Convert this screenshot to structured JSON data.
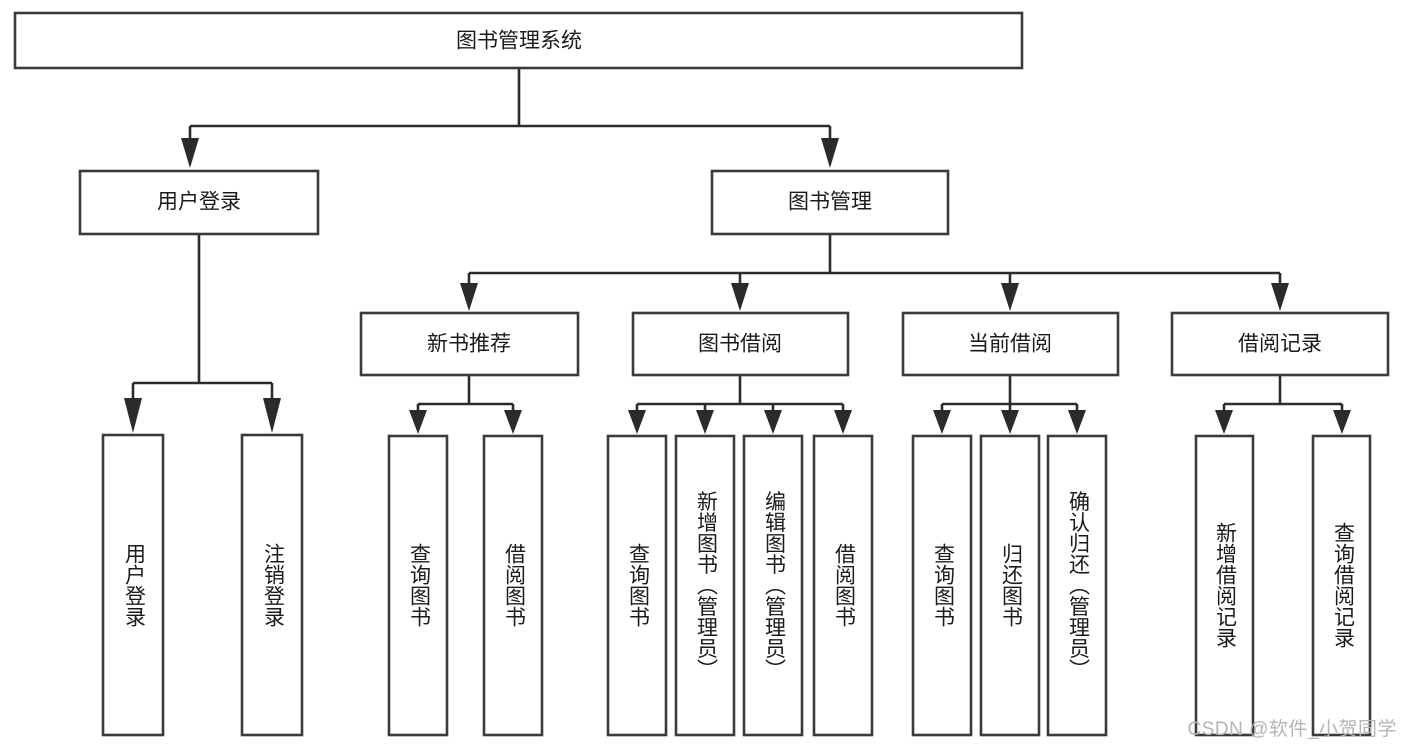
{
  "diagram": {
    "type": "tree",
    "title": "图书管理系统",
    "orientation": "top-down",
    "colors": {
      "box_stroke": "#3a3a3a",
      "box_fill": "#ffffff",
      "connector": "#2b2b2b",
      "text": "#1b1b1b",
      "background": "#ffffff",
      "watermark": "#b4b4b4"
    },
    "root": {
      "label": "图书管理系统"
    },
    "level2": [
      {
        "label": "用户登录"
      },
      {
        "label": "图书管理"
      }
    ],
    "level3": [
      {
        "label": "新书推荐"
      },
      {
        "label": "图书借阅"
      },
      {
        "label": "当前借阅"
      },
      {
        "label": "借阅记录"
      }
    ],
    "leaves": {
      "user_login": [
        {
          "label": "用户登录"
        },
        {
          "label": "注销登录"
        }
      ],
      "new_book_recommend": [
        {
          "label": "查询图书"
        },
        {
          "label": "借阅图书"
        }
      ],
      "book_borrow": [
        {
          "label": "查询图书"
        },
        {
          "label": "新增图书（管理员）"
        },
        {
          "label": "编辑图书（管理员）"
        },
        {
          "label": "借阅图书"
        }
      ],
      "current_borrow": [
        {
          "label": "查询图书"
        },
        {
          "label": "归还图书"
        },
        {
          "label": "确认归还（管理员）"
        }
      ],
      "borrow_record": [
        {
          "label": "新增借阅记录"
        },
        {
          "label": "查询借阅记录"
        }
      ]
    }
  },
  "watermark": {
    "text": "CSDN @软件_小贺同学"
  }
}
